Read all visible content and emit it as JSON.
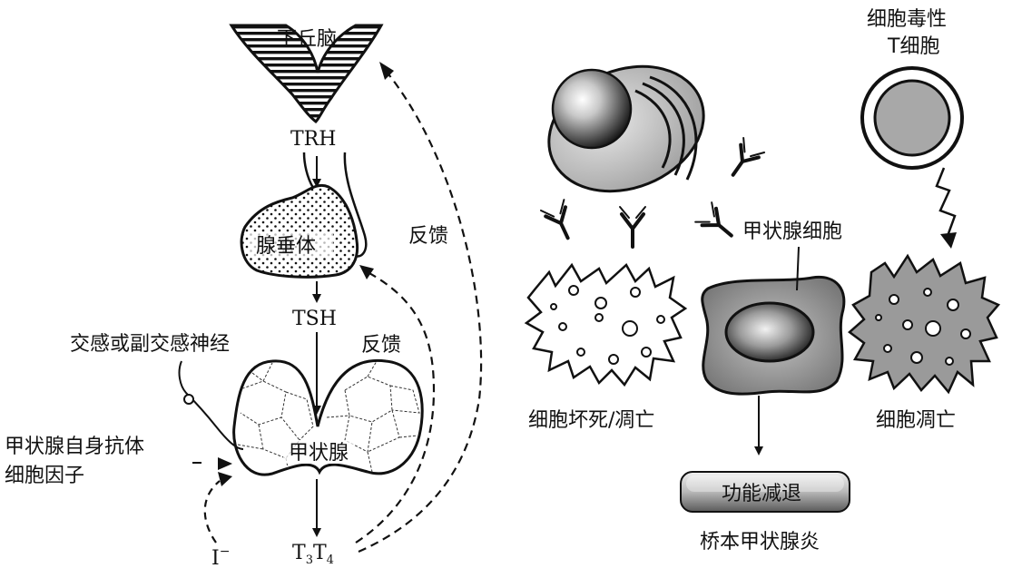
{
  "left_panel": {
    "hypothalamus_label": "下丘脑",
    "trh_label": "TRH",
    "pituitary_label": "腺垂体",
    "tsh_label": "TSH",
    "thyroid_label": "甲状腺",
    "feedback_label_outer": "反馈",
    "feedback_label_inner": "反馈",
    "nerve_label": "交感或副交感神经",
    "antibody_label_line1": "甲状腺自身抗体",
    "antibody_label_line2": "细胞因子",
    "iodide_label": "I",
    "iodide_superscript": "−",
    "hormones_label": {
      "t": "T",
      "sub3": "3",
      "sub4": "4"
    }
  },
  "right_panel": {
    "ctl_label_line1": "细胞毒性",
    "ctl_label_line2": "T细胞",
    "thyroid_cell_label": "甲状腺细胞",
    "necrosis_label": "细胞坏死/凋亡",
    "apoptosis_label": "细胞凋亡",
    "function_box_label": "功能减退",
    "disease_label": "桥本甲状腺炎"
  }
}
